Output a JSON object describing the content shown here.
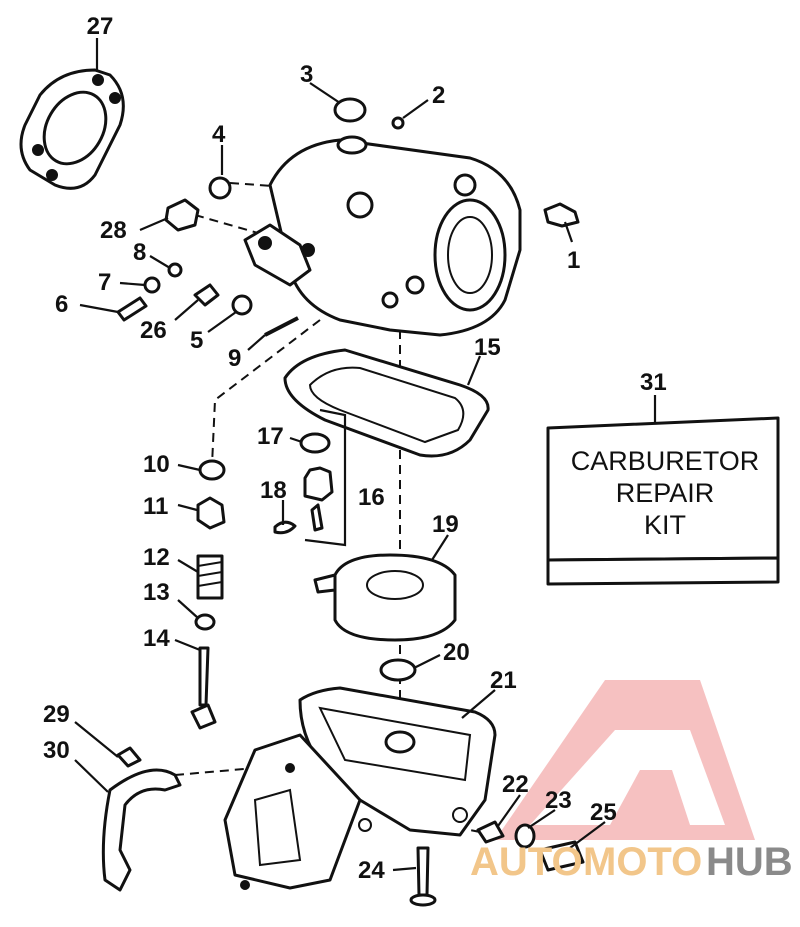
{
  "callouts": {
    "c1": "1",
    "c2": "2",
    "c3": "3",
    "c4": "4",
    "c5": "5",
    "c6": "6",
    "c7": "7",
    "c8": "8",
    "c9": "9",
    "c10": "10",
    "c11": "11",
    "c12": "12",
    "c13": "13",
    "c14": "14",
    "c15": "15",
    "c16": "16",
    "c17": "17",
    "c18": "18",
    "c19": "19",
    "c20": "20",
    "c21": "21",
    "c22": "22",
    "c23": "23",
    "c24": "24",
    "c25": "25",
    "c26": "26",
    "c27": "27",
    "c28": "28",
    "c29": "29",
    "c30": "30",
    "c31": "31"
  },
  "kit": {
    "line1": "CARBURETOR",
    "line2": "REPAIR",
    "line3": "KIT"
  },
  "watermark": {
    "auto": "AUTO",
    "moto": "MOTO",
    "hub": "HUB",
    "logo_color": "#f2a3a3",
    "text_color_light": "#f2c68a",
    "text_color_dark": "#8a8a8a"
  }
}
